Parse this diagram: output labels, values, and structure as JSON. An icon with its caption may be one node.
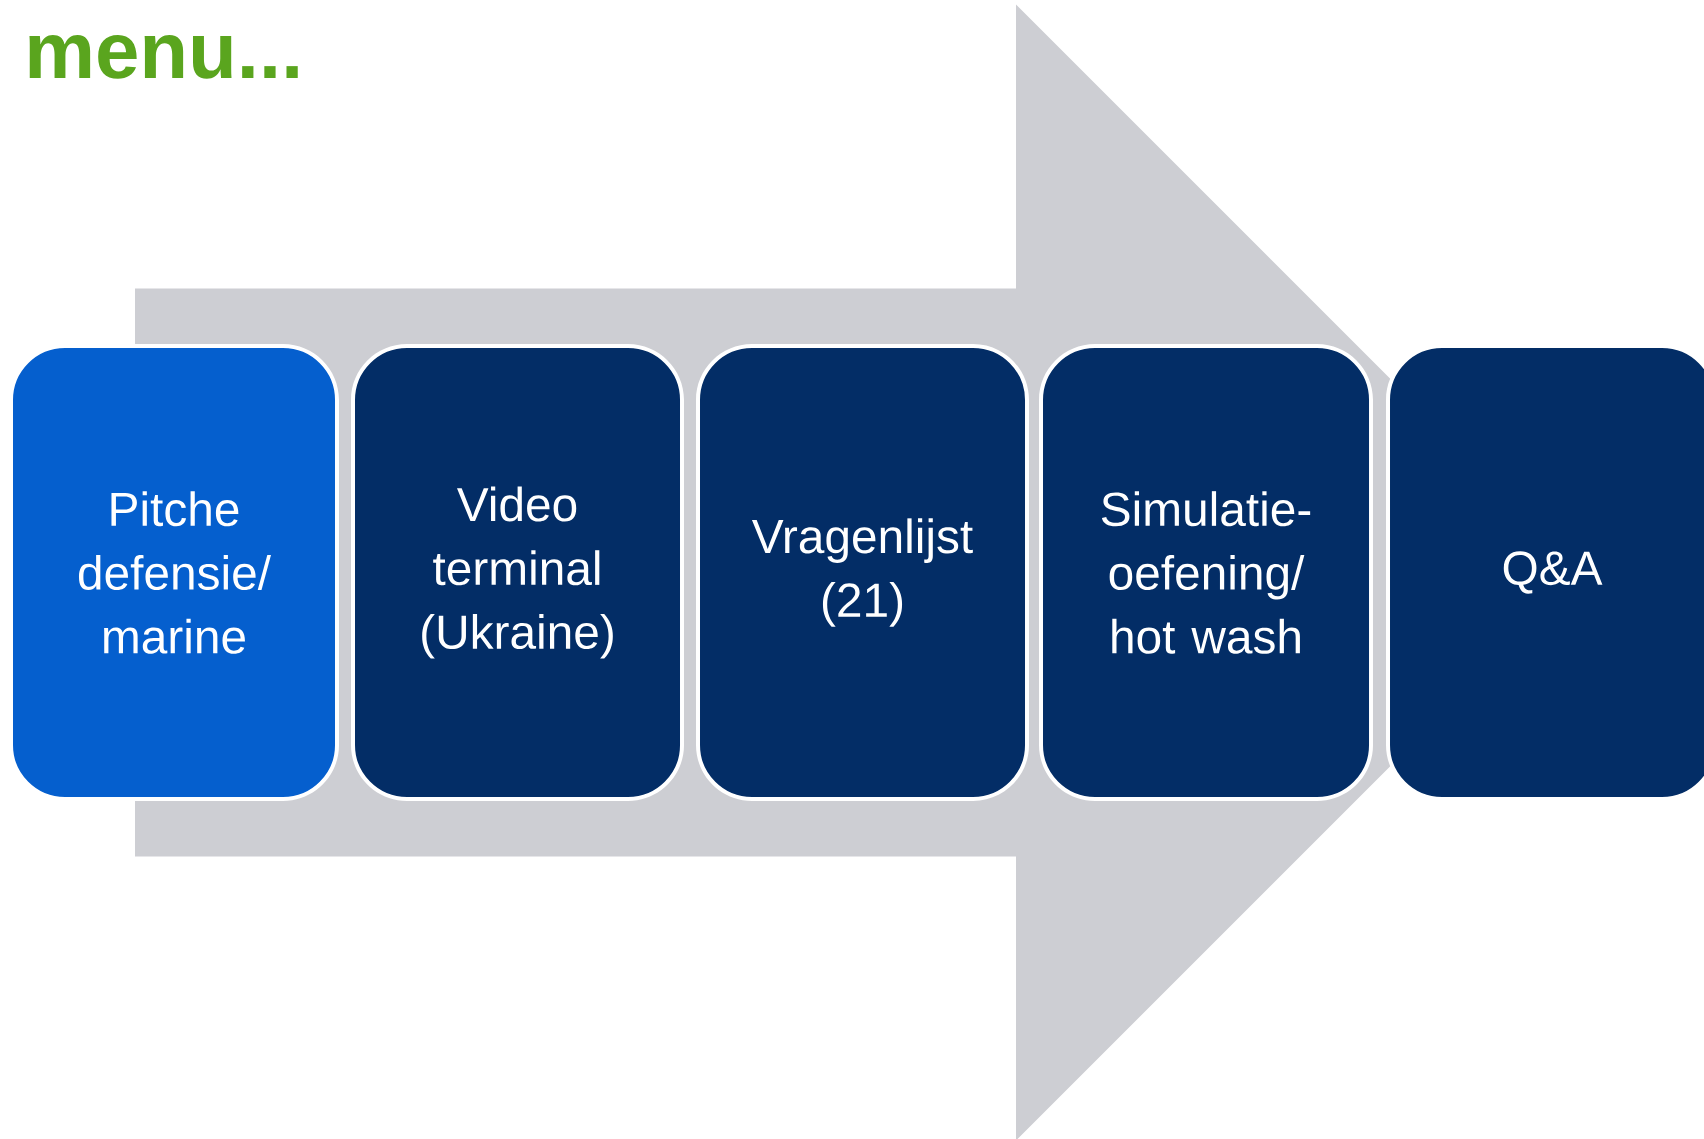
{
  "diagram": {
    "title": "menu...",
    "nodes": [
      {
        "text": [
          "Pitche defensie/ marine"
        ]
      },
      {
        "text": [
          "Video terminal (Ukraine)"
        ]
      },
      {
        "text": [
          "Vragenlijst (21)"
        ]
      },
      {
        "text": [
          "Simulatie-oefening/ hot wash"
        ]
      },
      {
        "text": [
          "Q&A"
        ]
      }
    ],
    "edges": [
      {
        "from": 0,
        "to": 4,
        "arrow": "to"
      }
    ]
  }
}
